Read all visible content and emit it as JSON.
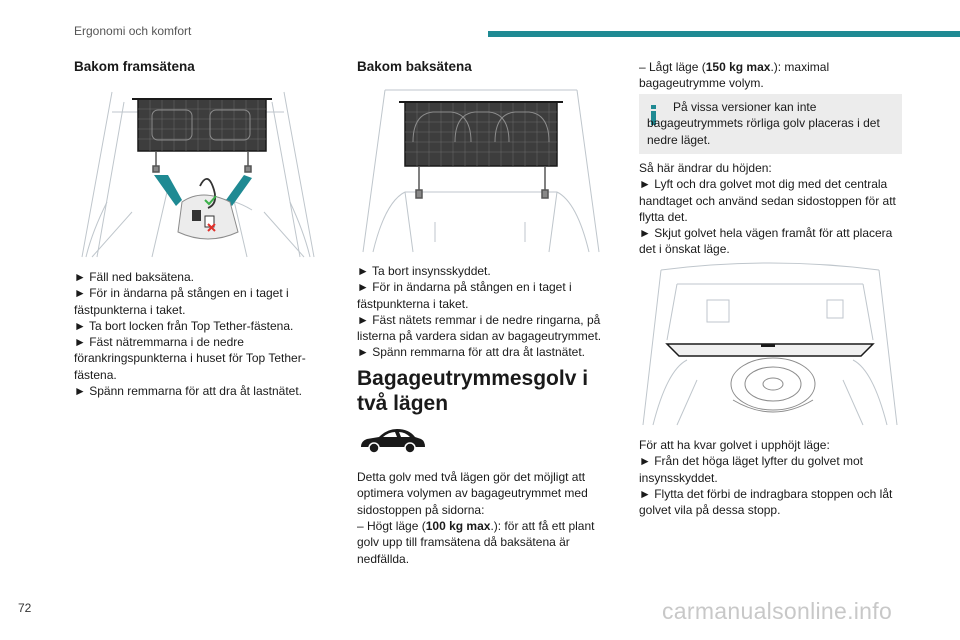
{
  "header": {
    "section": "Ergonomi och komfort"
  },
  "col1": {
    "title": "Bakom framsätena",
    "steps": [
      "► Fäll ned baksätena.",
      "► För in ändarna på stången en i taget i fästpunkterna i taket.",
      "► Ta bort locken från Top Tether-fästena.",
      "► Fäst nätremmarna i de nedre förankringspunkterna i huset för Top Tether-fästena.",
      "► Spänn remmarna för att dra åt lastnätet."
    ]
  },
  "col2": {
    "title": "Bakom baksätena",
    "steps": [
      "► Ta bort insynsskyddet.",
      "► För in ändarna på stången en i taget i fästpunkterna i taket.",
      "► Fäst nätets remmar i de nedre ringarna, på listerna på vardera sidan av bagageutrymmet.",
      "► Spänn remmarna för att dra åt lastnätet."
    ],
    "heading": "Bagageutrymmesgolv i två lägen",
    "intro": "Detta golv med två lägen gör det möjligt att optimera volymen av bagageutrymmet med sidostoppen på sidorna:",
    "high_prefix": "– Högt läge (",
    "high_bold": "100 kg max",
    "high_suffix": ".): för att få ett plant golv upp till framsätena då baksätena är nedfällda."
  },
  "col3": {
    "low_prefix": "– Lågt läge (",
    "low_bold": "150 kg max",
    "low_suffix": ".): maximal bagageutrymme volym.",
    "info": "På vissa versioner kan inte bagageutrymmets rörliga golv placeras i det nedre läget.",
    "change_steps": [
      "Så här ändrar du höjden:",
      "► Lyft och dra golvet mot dig med det centrala handtaget och använd sedan sidostoppen för att flytta det.",
      "► Skjut golvet hela vägen framåt för att placera det i önskat läge."
    ],
    "keep_steps": [
      "För att ha kvar golvet i upphöjt läge:",
      "► Från det höga läget lyfter du golvet mot insynsskyddet.",
      "► Flytta det förbi de indragbara stoppen och låt golvet vila på dessa stopp."
    ]
  },
  "footer": {
    "page_number": "72",
    "watermark": "carmanualsonline.info"
  },
  "colors": {
    "accent": "#1f8a93",
    "info_bg": "#ececec"
  }
}
